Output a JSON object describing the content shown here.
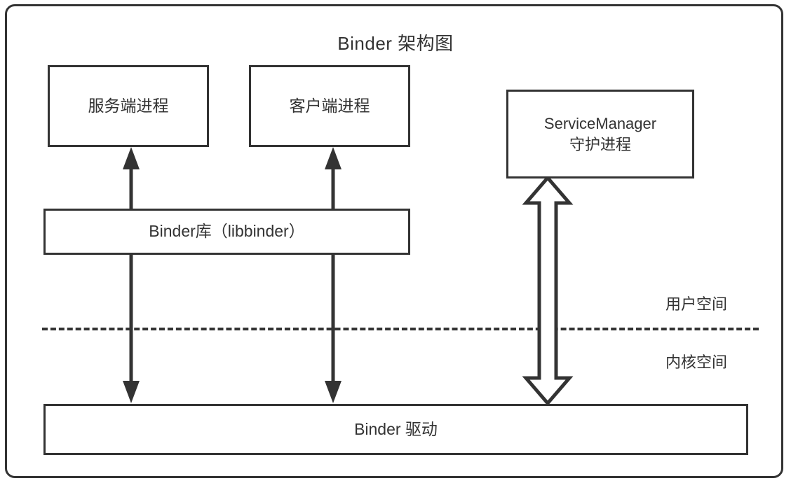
{
  "diagram": {
    "title": "Binder 架构图",
    "nodes": {
      "server_process": "服务端进程",
      "client_process": "客户端进程",
      "service_manager_line1": "ServiceManager",
      "service_manager_line2": "守护进程",
      "binder_library": "Binder库（libbinder）",
      "binder_driver": "Binder 驱动"
    },
    "region_labels": {
      "user_space": "用户空间",
      "kernel_space": "内核空间"
    },
    "colors": {
      "stroke": "#333333",
      "fill": "#ffffff",
      "text": "#333333"
    },
    "edges": [
      {
        "id": "lib-to-server",
        "from": "binder_library",
        "to": "server_process",
        "style": "solid",
        "heads": "up"
      },
      {
        "id": "lib-to-client",
        "from": "binder_library",
        "to": "client_process",
        "style": "solid",
        "heads": "up"
      },
      {
        "id": "lib-to-driver-a",
        "from": "binder_library",
        "to": "binder_driver",
        "style": "solid",
        "heads": "down"
      },
      {
        "id": "lib-to-driver-b",
        "from": "binder_library",
        "to": "binder_driver",
        "style": "solid",
        "heads": "down"
      },
      {
        "id": "sm-to-driver",
        "from": "service_manager",
        "to": "binder_driver",
        "style": "hollow-block",
        "heads": "both"
      }
    ],
    "separator": {
      "style": "dashed",
      "divides": [
        "用户空间",
        "内核空间"
      ]
    }
  }
}
